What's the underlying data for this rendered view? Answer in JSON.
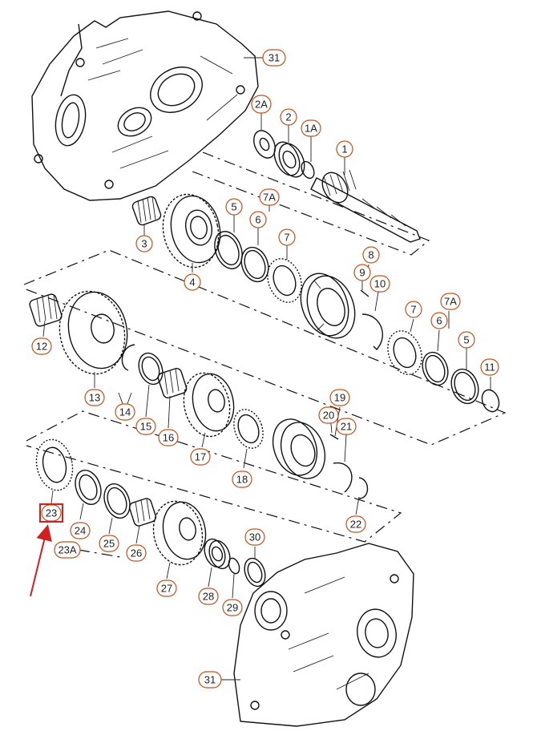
{
  "diagram": {
    "callouts": [
      {
        "id": "c-31a",
        "label": "31"
      },
      {
        "id": "c-2a",
        "label": "2A"
      },
      {
        "id": "c-2",
        "label": "2"
      },
      {
        "id": "c-1a",
        "label": "1A"
      },
      {
        "id": "c-1",
        "label": "1"
      },
      {
        "id": "c-7a1",
        "label": "7A"
      },
      {
        "id": "c-5a",
        "label": "5"
      },
      {
        "id": "c-6a",
        "label": "6"
      },
      {
        "id": "c-3",
        "label": "3"
      },
      {
        "id": "c-7a",
        "label": "7"
      },
      {
        "id": "c-8",
        "label": "8"
      },
      {
        "id": "c-9",
        "label": "9"
      },
      {
        "id": "c-10",
        "label": "10"
      },
      {
        "id": "c-4",
        "label": "4"
      },
      {
        "id": "c-7b",
        "label": "7"
      },
      {
        "id": "c-7a2",
        "label": "7A"
      },
      {
        "id": "c-6b",
        "label": "6"
      },
      {
        "id": "c-5b",
        "label": "5"
      },
      {
        "id": "c-11",
        "label": "11"
      },
      {
        "id": "c-12",
        "label": "12"
      },
      {
        "id": "c-13",
        "label": "13"
      },
      {
        "id": "c-14",
        "label": "14"
      },
      {
        "id": "c-15",
        "label": "15"
      },
      {
        "id": "c-16",
        "label": "16"
      },
      {
        "id": "c-19",
        "label": "19"
      },
      {
        "id": "c-20",
        "label": "20"
      },
      {
        "id": "c-21",
        "label": "21"
      },
      {
        "id": "c-17",
        "label": "17"
      },
      {
        "id": "c-18",
        "label": "18"
      },
      {
        "id": "c-22",
        "label": "22"
      },
      {
        "id": "c-23",
        "label": "23"
      },
      {
        "id": "c-24",
        "label": "24"
      },
      {
        "id": "c-23a",
        "label": "23A"
      },
      {
        "id": "c-25",
        "label": "25"
      },
      {
        "id": "c-26",
        "label": "26"
      },
      {
        "id": "c-30",
        "label": "30"
      },
      {
        "id": "c-27",
        "label": "27"
      },
      {
        "id": "c-28",
        "label": "28"
      },
      {
        "id": "c-29",
        "label": "29"
      },
      {
        "id": "c-31b",
        "label": "31"
      }
    ],
    "highlighted_callout": "23",
    "colors": {
      "callout_border": "#c8501a",
      "highlight": "#d21f1f",
      "arrow": "#d21f1f",
      "line": "#111111"
    }
  }
}
